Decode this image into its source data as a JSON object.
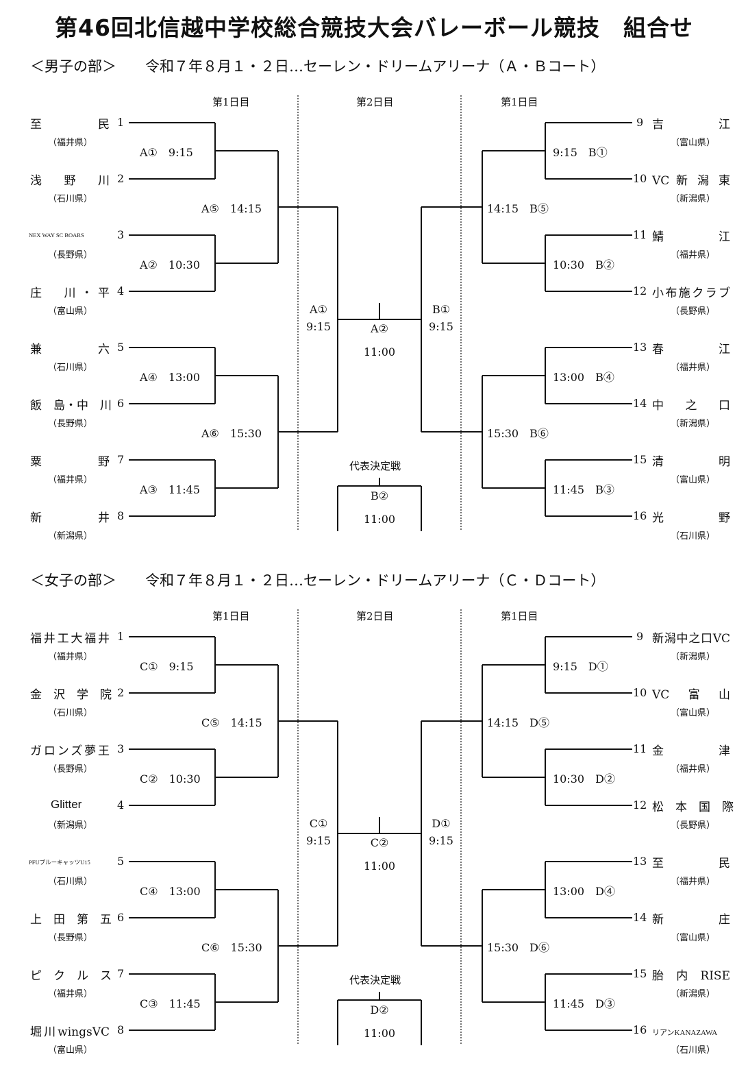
{
  "title": "第46回北信越中学校総合競技大会バレーボール競技　組合せ",
  "day_labels": {
    "day1": "第1日目",
    "day2": "第2日目"
  },
  "final_label": "代表決定戦",
  "sections": [
    {
      "header": "＜男子の部＞　　令和７年８月１・２日…セーレン・ドリームアリーナ（Ａ・Ｂコート）",
      "left_teams": [
        {
          "no": "1",
          "name": "至　　民",
          "pref": "（福井県）"
        },
        {
          "no": "2",
          "name": "浅　野　川",
          "pref": "（石川県）"
        },
        {
          "no": "3",
          "name": "NEX WAY SC BOARS",
          "pref": "（長野県）"
        },
        {
          "no": "4",
          "name": "庄　川・平",
          "pref": "（富山県）"
        },
        {
          "no": "5",
          "name": "兼　　六",
          "pref": "（石川県）"
        },
        {
          "no": "6",
          "name": "飯　島・中　川",
          "pref": "（長野県）"
        },
        {
          "no": "7",
          "name": "粟　　野",
          "pref": "（福井県）"
        },
        {
          "no": "8",
          "name": "新　　井",
          "pref": "（新潟県）"
        }
      ],
      "right_teams": [
        {
          "no": "9",
          "name": "吉　　江",
          "pref": "（富山県）"
        },
        {
          "no": "10",
          "name": "VC 新 潟 東",
          "pref": "（新潟県）"
        },
        {
          "no": "11",
          "name": "鯖　　江",
          "pref": "（福井県）"
        },
        {
          "no": "12",
          "name": "小布施クラブ",
          "pref": "（長野県）"
        },
        {
          "no": "13",
          "name": "春　　江",
          "pref": "（福井県）"
        },
        {
          "no": "14",
          "name": "中　之　口",
          "pref": "（新潟県）"
        },
        {
          "no": "15",
          "name": "清　　明",
          "pref": "（富山県）"
        },
        {
          "no": "16",
          "name": "光　　野",
          "pref": "（石川県）"
        }
      ],
      "left_r1": [
        "A①　9:15",
        "A②　10:30",
        "A④　13:00",
        "A③　11:45"
      ],
      "left_r2": [
        "A⑤　14:15",
        "A⑥　15:30"
      ],
      "left_semi": {
        "code": "A①",
        "time": "9:15"
      },
      "right_r1": [
        "9:15　B①",
        "10:30　B②",
        "13:00　B④",
        "11:45　B③"
      ],
      "right_r2": [
        "14:15　B⑤",
        "15:30　B⑥"
      ],
      "right_semi": {
        "code": "B①",
        "time": "9:15"
      },
      "final": {
        "code": "A②",
        "time": "11:00"
      },
      "playoff": {
        "code": "B②",
        "time": "11:00"
      }
    },
    {
      "header": "＜女子の部＞　　令和７年８月１・２日…セーレン・ドリームアリーナ（Ｃ・Ｄコート）",
      "left_teams": [
        {
          "no": "1",
          "name": "福井工大福井",
          "pref": "（福井県）"
        },
        {
          "no": "2",
          "name": "金　沢　学　院",
          "pref": "（石川県）"
        },
        {
          "no": "3",
          "name": "ガロンズ夢王",
          "pref": "（長野県）"
        },
        {
          "no": "4",
          "name": "Glitter",
          "pref": "（新潟県）"
        },
        {
          "no": "5",
          "name": "PFUブルーキャッツU15",
          "pref": "（石川県）"
        },
        {
          "no": "6",
          "name": "上　田　第　五",
          "pref": "（長野県）"
        },
        {
          "no": "7",
          "name": "ピ　ク　ル　ス",
          "pref": "（福井県）"
        },
        {
          "no": "8",
          "name": "堀川wingsVC",
          "pref": "（富山県）"
        }
      ],
      "right_teams": [
        {
          "no": "9",
          "name": "新潟中之口VC",
          "pref": "（新潟県）"
        },
        {
          "no": "10",
          "name": "VC　富　山",
          "pref": "（富山県）"
        },
        {
          "no": "11",
          "name": "金　　津",
          "pref": "（福井県）"
        },
        {
          "no": "12",
          "name": "松　本　国　際",
          "pref": "（長野県）"
        },
        {
          "no": "13",
          "name": "至　　民",
          "pref": "（福井県）"
        },
        {
          "no": "14",
          "name": "新　　庄",
          "pref": "（富山県）"
        },
        {
          "no": "15",
          "name": "胎　内　RISE",
          "pref": "（新潟県）"
        },
        {
          "no": "16",
          "name": "リアンKANAZAWA",
          "pref": "（石川県）"
        }
      ],
      "left_r1": [
        "C①　9:15",
        "C②　10:30",
        "C④　13:00",
        "C③　11:45"
      ],
      "left_r2": [
        "C⑤　14:15",
        "C⑥　15:30"
      ],
      "left_semi": {
        "code": "C①",
        "time": "9:15"
      },
      "right_r1": [
        "9:15　D①",
        "10:30　D②",
        "13:00　D④",
        "11:45　D③"
      ],
      "right_r2": [
        "14:15　D⑤",
        "15:30　D⑥"
      ],
      "right_semi": {
        "code": "D①",
        "time": "9:15"
      },
      "final": {
        "code": "C②",
        "time": "11:00"
      },
      "playoff": {
        "code": "D②",
        "time": "11:00"
      }
    }
  ]
}
